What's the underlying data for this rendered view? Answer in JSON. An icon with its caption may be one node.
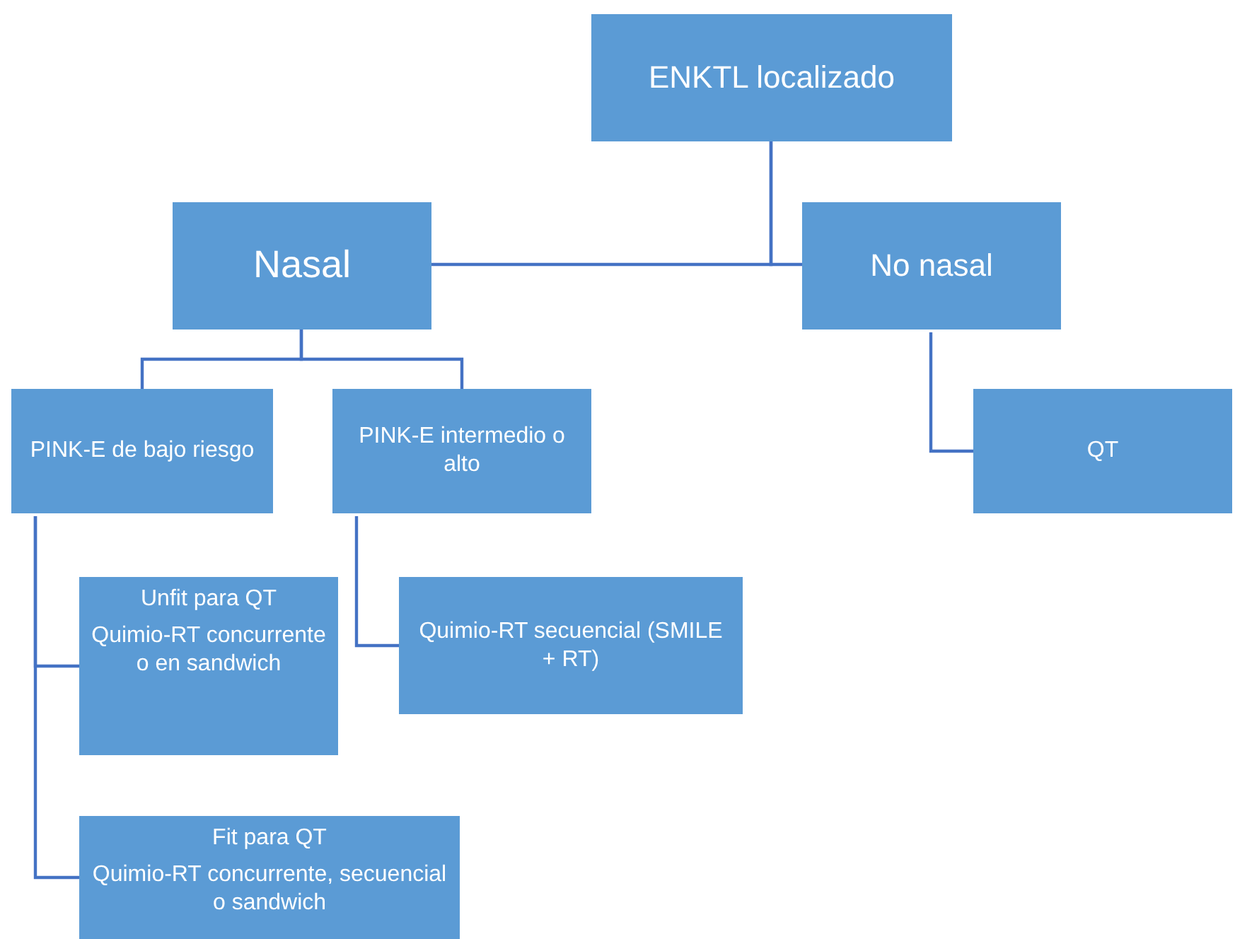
{
  "diagram": {
    "nodes": [
      {
        "text": [
          "ENKTL localizado"
        ]
      },
      {
        "text": [
          "Nasal"
        ]
      },
      {
        "text": [
          "No nasal"
        ]
      },
      {
        "text": [
          "PINK-E de bajo riesgo"
        ]
      },
      {
        "text": [
          "PINK-E intermedio o alto"
        ]
      },
      {
        "text": [
          "Unfit para QT",
          "Quimio-RT concurrente o en sandwich"
        ]
      },
      {
        "text": [
          "Quimio-RT secuencial (SMILE + RT)"
        ]
      },
      {
        "text": [
          "Fit para QT",
          "Quimio-RT concurrente, secuencial o sandwich"
        ]
      },
      {
        "text": [
          "QT"
        ]
      }
    ],
    "edges": [
      {
        "from": 0,
        "to": 1,
        "arrow": "none"
      },
      {
        "from": 0,
        "to": 2,
        "arrow": "none"
      },
      {
        "from": 1,
        "to": 3,
        "arrow": "none"
      },
      {
        "from": 1,
        "to": 4,
        "arrow": "none"
      },
      {
        "from": 3,
        "to": 5,
        "arrow": "none"
      },
      {
        "from": 3,
        "to": 7,
        "arrow": "none"
      },
      {
        "from": 4,
        "to": 6,
        "arrow": "none"
      },
      {
        "from": 2,
        "to": 8,
        "arrow": "none"
      }
    ]
  }
}
